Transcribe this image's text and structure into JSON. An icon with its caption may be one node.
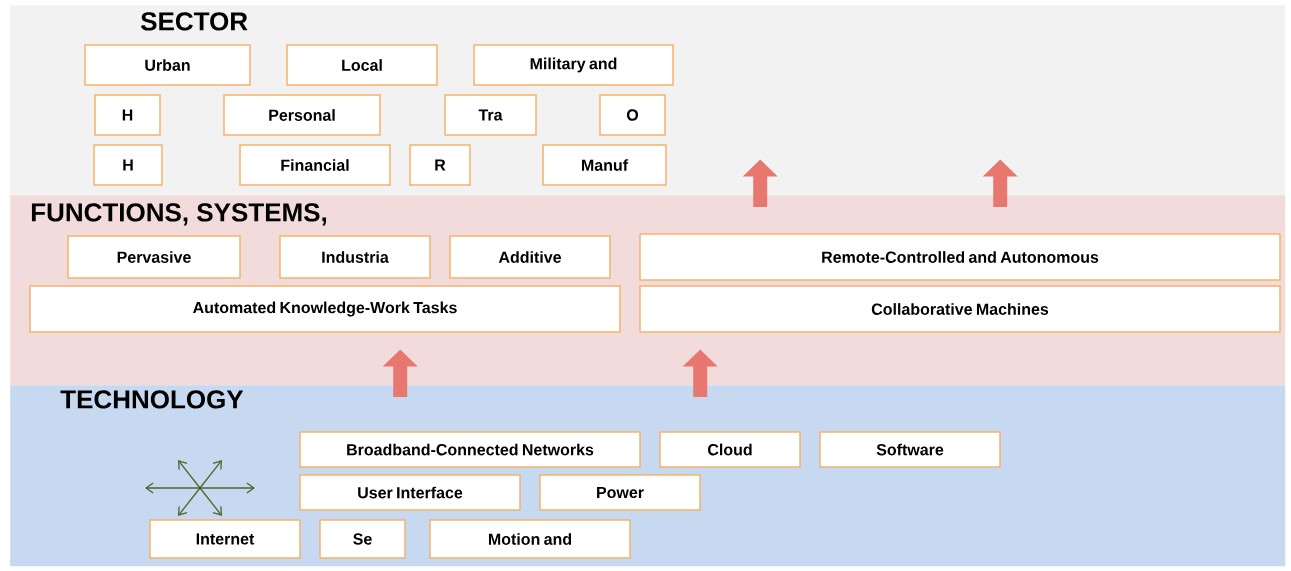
{
  "diagram": {
    "nodes": [
      {
        "text": [
          "SECTOR"
        ]
      },
      {
        "text": [
          "Urban"
        ],
        "in": 0
      },
      {
        "text": [
          "Local"
        ],
        "in": 0
      },
      {
        "text": [
          "Military and"
        ],
        "in": 0
      },
      {
        "text": [
          "H"
        ],
        "in": 0
      },
      {
        "text": [
          "Personal"
        ],
        "in": 0
      },
      {
        "text": [
          "Tra"
        ],
        "in": 0
      },
      {
        "text": [
          "O"
        ],
        "in": 0
      },
      {
        "text": [
          "H"
        ],
        "in": 0
      },
      {
        "text": [
          "Financial"
        ],
        "in": 0
      },
      {
        "text": [
          "R"
        ],
        "in": 0
      },
      {
        "text": [
          "Manuf"
        ],
        "in": 0
      },
      {
        "text": [
          "FUNCTIONS, SYSTEMS,"
        ]
      },
      {
        "text": [
          "Industria"
        ],
        "in": 12
      },
      {
        "text": [
          "Remote-Controlled and Autonomous"
        ],
        "in": 12
      },
      {
        "text": [
          "Pervasive"
        ],
        "in": 12
      },
      {
        "text": [
          "Additive"
        ],
        "in": 12
      },
      {
        "text": [
          "Automated Knowledge-Work Tasks"
        ],
        "in": 12
      },
      {
        "text": [
          "Collaborative Machines"
        ],
        "in": 12
      },
      {
        "text": [
          "TECHNOLOGY"
        ]
      },
      {
        "text": [
          "Broadband-Connected Networks"
        ],
        "in": 19
      },
      {
        "text": [
          "Cloud"
        ],
        "in": 19
      },
      {
        "text": [
          "Software"
        ],
        "in": 19
      },
      {
        "text": [
          "User Interface"
        ],
        "in": 19
      },
      {
        "text": [
          "Power"
        ],
        "in": 19
      },
      {
        "text": [
          "Internet"
        ],
        "in": 19
      },
      {
        "text": [
          "Se"
        ],
        "in": 19
      },
      {
        "text": [
          "Motion and"
        ],
        "in": 19
      }
    ],
    "edges": [
      {
        "from": 12,
        "to": 0,
        "arrow": "to"
      },
      {
        "from": 12,
        "to": 0,
        "arrow": "to"
      },
      {
        "from": 19,
        "to": 12,
        "arrow": "to"
      },
      {
        "from": 19,
        "to": 12,
        "arrow": "to"
      }
    ]
  }
}
